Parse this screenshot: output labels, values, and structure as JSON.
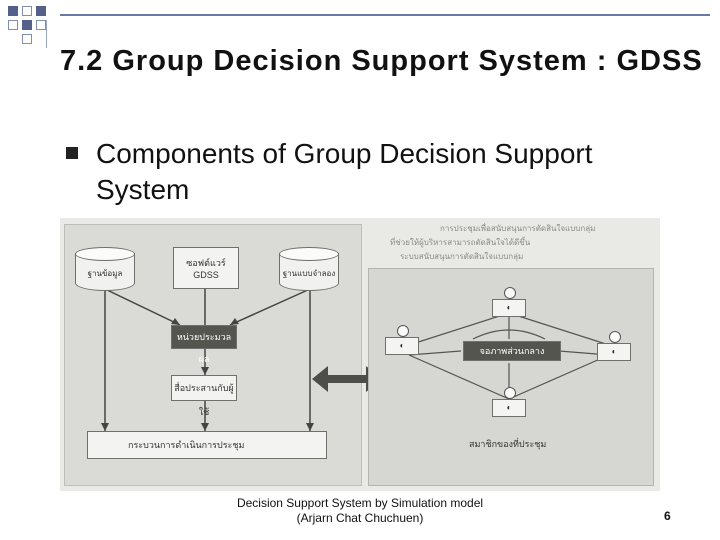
{
  "slide": {
    "title": "7.2 Group Decision Support System : GDSS",
    "bullet": "Components of Group Decision Support System",
    "footer": "Decision Support System by Simulation model (Arjarn Chat Chuchuen)",
    "page_number": "6"
  },
  "figure": {
    "left_panel": {
      "database_label": "ฐานข้อมูล",
      "software_label": "ซอฟต์แวร์ GDSS",
      "model_base_label": "ฐานแบบจำลอง",
      "processor_label": "หน่วยประมวลผล",
      "interface_label": "สื่อประสานกับผู้ใช้",
      "process_label": "กระบวนการดำเนินการประชุม"
    },
    "right_panel": {
      "center_label": "จอภาพส่วนกลาง",
      "members_label": "สมาชิกของที่ประชุม",
      "node_glyph": "◐"
    },
    "background_text": [
      "การประชุมเพื่อสนับสนุนการตัดสินใจแบบกลุ่ม",
      "ที่ช่วยให้ผู้บริหารสามารถตัดสินใจได้ดีขึ้น",
      "ระบบสนับสนุนการตัดสินใจแบบกลุ่ม"
    ]
  },
  "colors": {
    "accent": "#55608a",
    "figure_bg": "#e9e9e6"
  }
}
